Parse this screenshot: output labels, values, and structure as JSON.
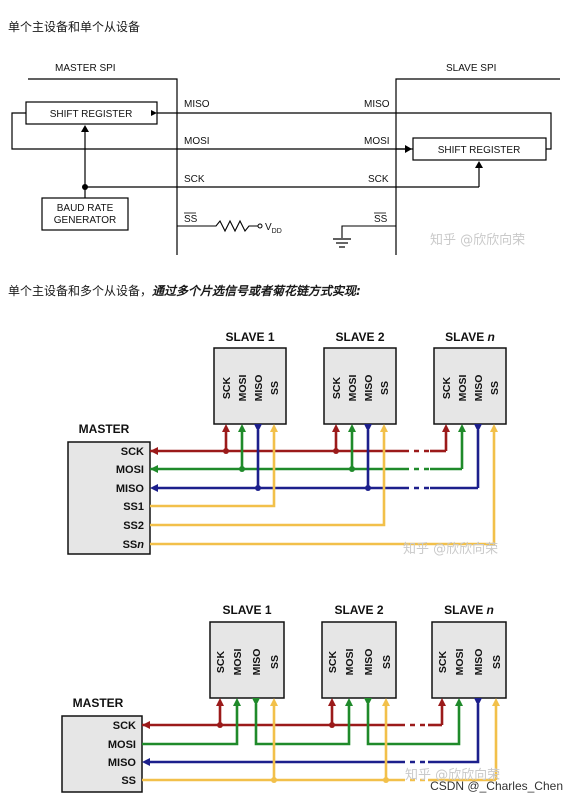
{
  "section1": {
    "caption": "单个主设备和单个从设备",
    "master_title": "MASTER SPI",
    "slave_title": "SLAVE SPI",
    "shift_register_master": "SHIFT REGISTER",
    "shift_register_slave": "SHIFT REGISTER",
    "baud_line1": "BAUD RATE",
    "baud_line2": "GENERATOR",
    "master_signals": [
      "MISO",
      "MOSI",
      "SCK",
      "SS"
    ],
    "slave_signals": [
      "MISO",
      "MOSI",
      "SCK",
      "SS"
    ],
    "vdd": "V",
    "vdd_sub": "DD",
    "watermark": "知乎 @欣欣向荣"
  },
  "section2": {
    "caption_plain": "单个主设备和多个从设备，",
    "caption_emph": "通过多个片选信号或者菊花链方式实现:",
    "master_label": "MASTER",
    "master_pins": [
      "SCK",
      "MOSI",
      "MISO",
      "SS1",
      "SS2",
      "SSn"
    ],
    "slaves": [
      "SLAVE 1",
      "SLAVE 2",
      "SLAVE n"
    ],
    "slave_pins": [
      "SCK",
      "MOSI",
      "MISO",
      "SS"
    ],
    "watermark": "知乎 @欣欣向荣"
  },
  "section3": {
    "master_label": "MASTER",
    "master_pins": [
      "SCK",
      "MOSI",
      "MISO",
      "SS"
    ],
    "slaves": [
      "SLAVE 1",
      "SLAVE 2",
      "SLAVE n"
    ],
    "slave_pins": [
      "SCK",
      "MOSI",
      "MISO",
      "SS"
    ],
    "watermark": "知乎 @欣欣向荣",
    "credit": "CSDN @_Charles_Chen"
  },
  "colors": {
    "sck": "#9b1a1a",
    "mosi": "#1f8a2a",
    "miso": "#1c1f8c",
    "ss": "#f2c04a",
    "box_fill": "#e6e6e6"
  }
}
